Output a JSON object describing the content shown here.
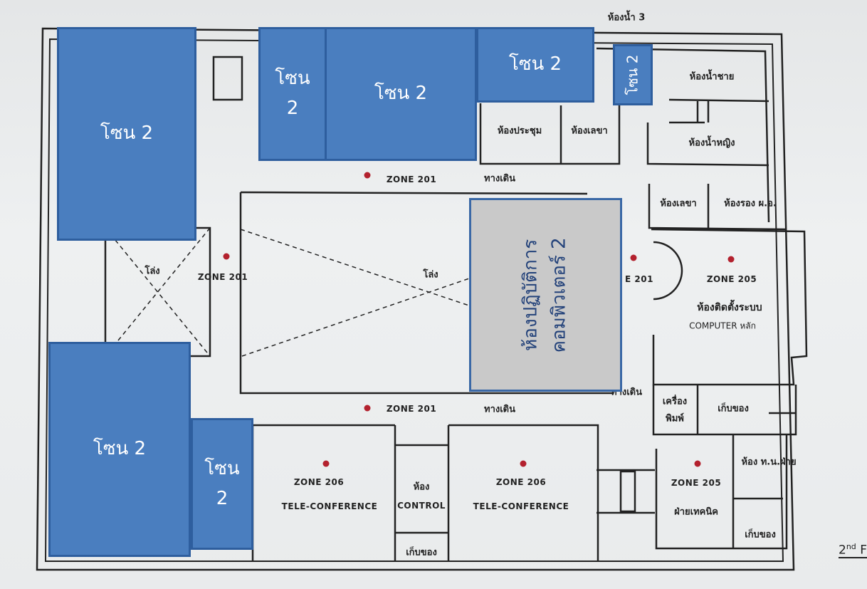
{
  "plan": {
    "floor": {
      "number": "2",
      "suffix": "nd",
      "letter": "F"
    },
    "rooms": {
      "bathroom3": "ห้องน้ำ 3",
      "men_restroom": "ห้องน้ำชาย",
      "women_restroom": "ห้องน้ำหญิง",
      "meeting_room": "ห้องประชุม",
      "secretary_top": "ห้องเลขา",
      "secretary_right": "ห้องเลขา",
      "deputy_director": "ห้องรอง ผ.อ.",
      "walkway_top": "ทางเดิน",
      "walkway_bottom": "ทางเดิน",
      "walkway_right": "ทางเดิน",
      "void_left": "โล่ง",
      "void_center": "โล่ง",
      "server_room_line1": "ห้องติดตั้งระบบ",
      "server_room_line2": "COMPUTER  หลัก",
      "printer_line1": "เครื่อง",
      "printer_line2": "พิมพ์",
      "storage_right": "เก็บของ",
      "division_head": "ห้อง ท.น.ฝ่าย",
      "technical_dept": "ฝ่ายเทคนิค",
      "storage_small": "เก็บของ",
      "teleconf_left": "TELE-CONFERENCE",
      "teleconf_right": "TELE-CONFERENCE",
      "control_line1": "ห้อง",
      "control_line2": "CONTROL",
      "storage_bottom": "เก็บของ"
    },
    "zones": {
      "z201_top": "ZONE 201",
      "z201_left": "ZONE 201",
      "z201_right": "E 201",
      "z201_bottom": "ZONE 201",
      "z205_top": "ZONE 205",
      "z205_bottom": "ZONE 205",
      "z206_left": "ZONE 206",
      "z206_right": "ZONE 206"
    }
  },
  "overlays": {
    "zone_boxes": [
      {
        "label": "โซน 2"
      },
      {
        "label_line1": "โซน",
        "label_line2": "2"
      },
      {
        "label": "โซน 2"
      },
      {
        "label": "โซน 2"
      },
      {
        "label": "โซน 2"
      },
      {
        "label": "โซน 2"
      },
      {
        "label_line1": "โซน",
        "label_line2": "2"
      }
    ],
    "lab": {
      "line1": "ห้องปฏิบัติการ",
      "line2": "คอมพิวเตอร์ 2"
    },
    "colors": {
      "zone_fill": "#4a7ebf",
      "zone_border": "#2e5e9e",
      "lab_fill": "#c9c9c9",
      "marker": "#b3212e"
    }
  }
}
